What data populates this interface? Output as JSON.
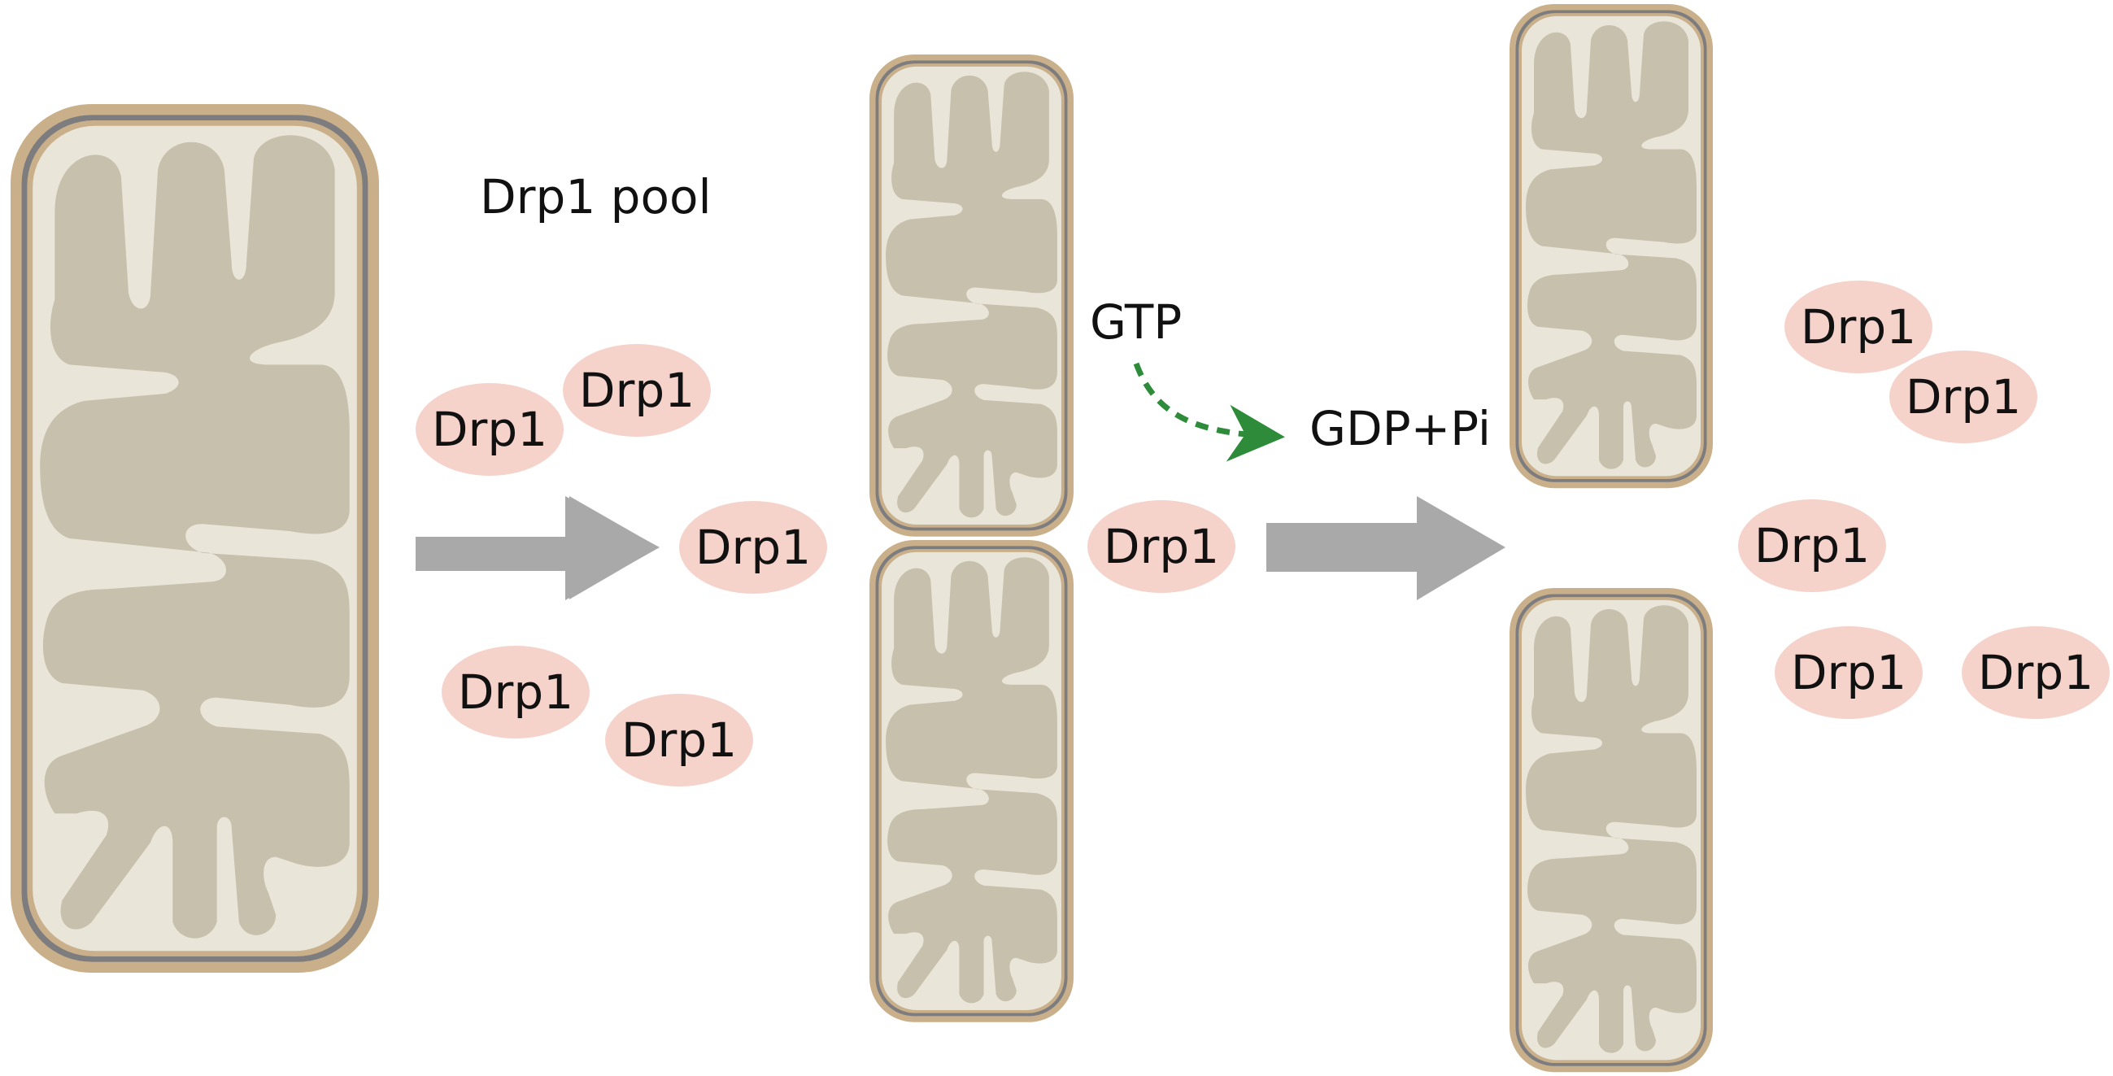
{
  "labels": {
    "pool": "Drp1 pool",
    "gtp": "GTP",
    "gdp": "GDP+Pi"
  },
  "drp1_label": "Drp1",
  "stages": [
    {
      "name": "intact-mitochondrion",
      "drp1_count": 5
    },
    {
      "name": "constricting-mitochondrion",
      "drp1_count": 1
    },
    {
      "name": "divided-mitochondria",
      "drp1_count": 5
    }
  ],
  "colors": {
    "outer_membrane": "#c9b08a",
    "inner_membrane": "#7d7d80",
    "matrix": "#e9e5d9",
    "cristae": "#c7c0ac",
    "drp1": "#f5d3cb",
    "arrow": "#a9a9a9",
    "gtp_arrow": "#2e8b3a"
  }
}
